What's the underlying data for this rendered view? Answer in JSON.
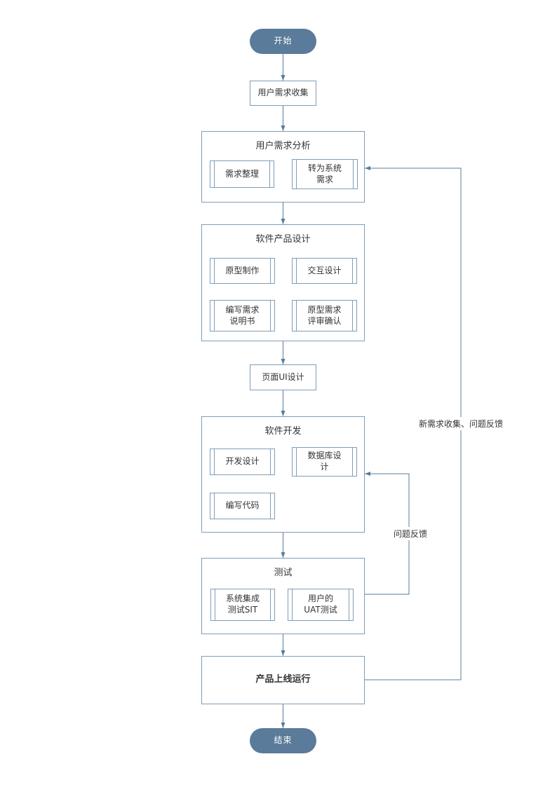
{
  "colors": {
    "node_fill": "#5a7b99",
    "border": "#7f9db9",
    "line": "#557d9e",
    "text": "#333333"
  },
  "nodes": {
    "start": "开始",
    "collect": "用户需求收集",
    "analysis_title": "用户需求分析",
    "req_sort": "需求整理",
    "to_system": "转为系统\n需求",
    "design_title": "软件产品设计",
    "prototype": "原型制作",
    "interaction": "交互设计",
    "spec": "编写需求\n说明书",
    "review": "原型需求\n评审确认",
    "ui_design": "页面UI设计",
    "dev_title": "软件开发",
    "dev_design": "开发设计",
    "db_design": "数据库设\n计",
    "coding": "编写代码",
    "test_title": "测试",
    "sit": "系统集成\n测试SIT",
    "uat": "用户的\nUAT测试",
    "launch": "产品上线运行",
    "end": "结束"
  },
  "edges": {
    "feedback_issue": "问题反馈",
    "feedback_new": "新需求收集、问题反馈"
  }
}
